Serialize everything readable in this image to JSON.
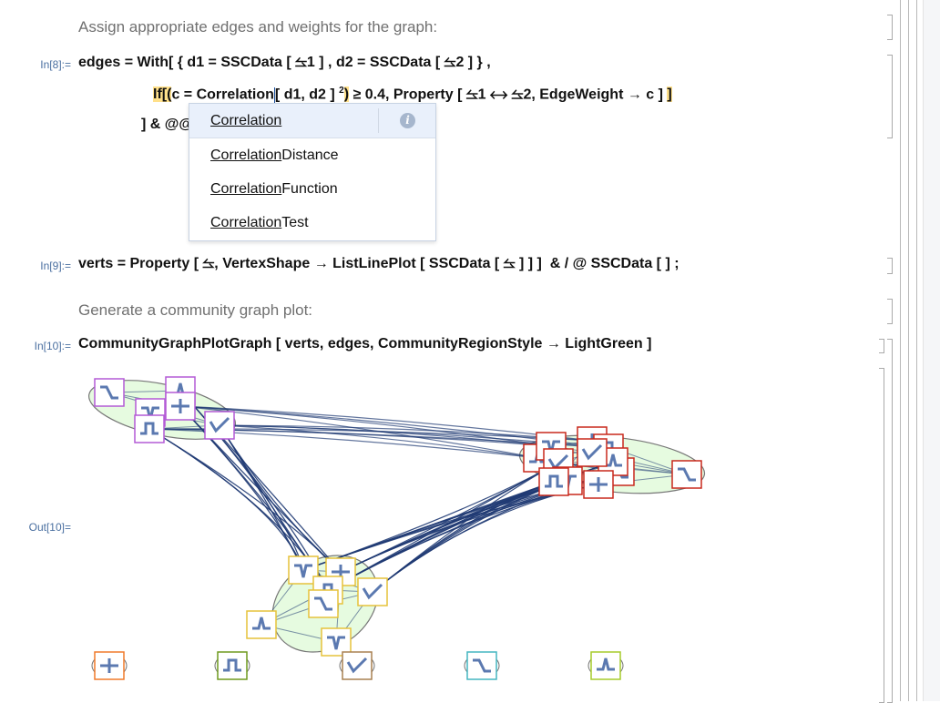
{
  "cells": {
    "text1": "Assign appropriate edges and weights for the graph:",
    "in8_label": "In[8]:=",
    "in8_line1": "edges = With[ { d1 = SSCData [ ⥦1 ] , d2 = SSCData [ ⥦2 ] } ,",
    "in8_line2_a": "If",
    "in8_line2_b": "[",
    "in8_line2_c": "(",
    "in8_line2_d": "c = Correlation",
    "in8_line2_e": "[ d1, d2 ] ",
    "in8_line2_sup": "2",
    "in8_line2_f": ")",
    "in8_line2_g": " ≥ 0.4, Property [ ⥦1 ⟷ ⥦2, EdgeWeight → c ] ",
    "in8_line2_h": "]",
    "in8_line3": "] & @@",
    "in9_label": "In[9]:=",
    "in9_code": "verts = Property [ ⥦, VertexShape → ListLinePlot [ SSCData [ ⥦ ] ] ]  & / @ SSCData [ ] ;",
    "text2": "Generate a community graph plot:",
    "in10_label": "In[10]:=",
    "in10_code": "CommunityGraphPlotGraph [ verts, edges, CommunityRegionStyle → LightGreen ]",
    "out10_label": "Out[10]="
  },
  "autocomplete": {
    "prefix": "Correlation",
    "items": [
      {
        "prefix": "Correlation",
        "suffix": ""
      },
      {
        "prefix": "Correlation",
        "suffix": "Distance"
      },
      {
        "prefix": "Correlation",
        "suffix": "Function"
      },
      {
        "prefix": "Correlation",
        "suffix": "Test"
      }
    ],
    "info_icon": "i"
  },
  "graph": {
    "region_fill": "#e6fbe0",
    "edge_color": "#1f3a73",
    "vertex_plot_color": "#5b79b0",
    "communities": [
      {
        "color": "#b35ad6",
        "vertices": 6
      },
      {
        "color": "#c8281c",
        "vertices": 12
      },
      {
        "color": "#e6c23a",
        "vertices": 7
      }
    ],
    "isolated_colors": [
      "#f07a2a",
      "#6f9a1e",
      "#a88050",
      "#44b6c0",
      "#a6cc2a"
    ]
  }
}
